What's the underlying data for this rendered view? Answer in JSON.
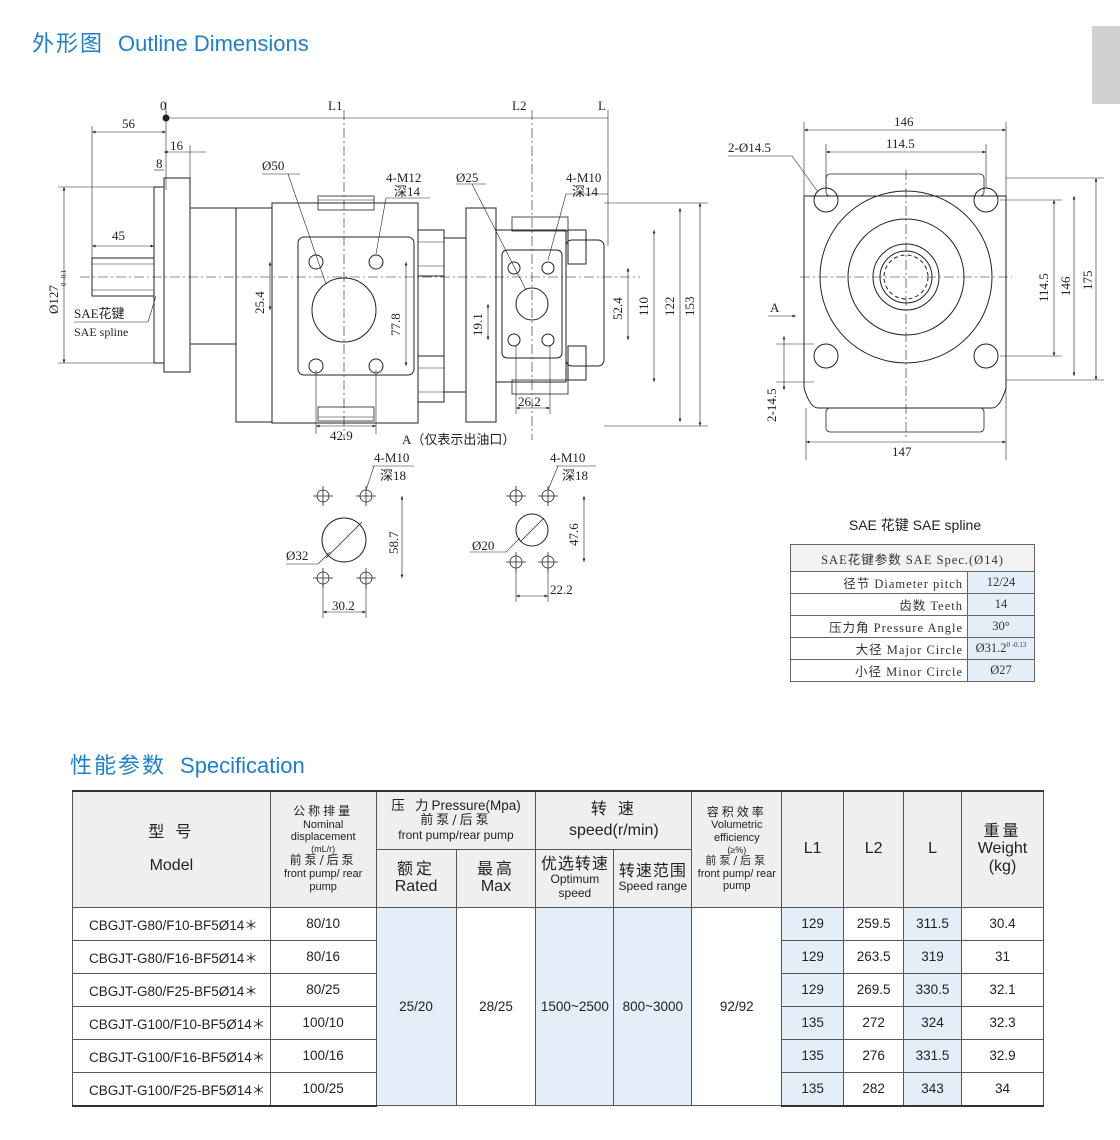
{
  "page": {
    "outline_title_cn": "外形图",
    "outline_title_en": "Outline Dimensions",
    "spec_title_cn": "性能参数",
    "spec_title_en": "Specification"
  },
  "drawing": {
    "front_labels": {
      "origin": "0",
      "l1": "L1",
      "l2": "L2",
      "l": "L",
      "d56": "56",
      "d16": "16",
      "d8": "8",
      "d45": "45",
      "d127": "Ø127",
      "d127_tol": "0\n-0.1",
      "spline_cn": "SAE花键",
      "spline_en": "SAE spline",
      "d50": "Ø50",
      "m12": "4-M12",
      "m12_depth": "深14",
      "d25": "Ø25",
      "m10": "4-M10",
      "m10_depth": "深14",
      "d25_4": "25.4",
      "d77_8": "77.8",
      "d19_1": "19.1",
      "d52_4": "52.4",
      "d110": "110",
      "d122": "122",
      "d153": "153",
      "d42_9": "42.9",
      "d26_2": "26.2",
      "view_a": "A（仅表示出油口）"
    },
    "port_left": {
      "thread": "4-M10",
      "depth": "深18",
      "dia": "Ø32",
      "h": "58.7",
      "w": "30.2"
    },
    "port_right": {
      "thread": "4-M10",
      "depth": "深18",
      "dia": "Ø20",
      "h": "47.6",
      "w": "22.2"
    },
    "side_labels": {
      "holes": "2-Ø14.5",
      "d146": "146",
      "d114_5": "114.5",
      "v114_5": "114.5",
      "v146": "146",
      "v175": "175",
      "a": "A",
      "v14_5": "2-14.5",
      "d147": "147"
    }
  },
  "sae": {
    "title": "SAE 花键  SAE spline",
    "header": "SAE花键参数 SAE Spec.(Ø14)",
    "rows": [
      {
        "key": "径节 Diameter pitch",
        "value": "12/24"
      },
      {
        "key": "齿数 Teeth",
        "value": "14"
      },
      {
        "key": "压力角 Pressure Angle",
        "value": "30°"
      },
      {
        "key": "大径 Major Circle",
        "value": "Ø31.2",
        "tol": "0\n-0.13"
      },
      {
        "key": "小径 Minor Circle",
        "value": "Ø27"
      }
    ]
  },
  "spec": {
    "headers": {
      "model_cn": "型  号",
      "model_en": "Model",
      "disp_cn": "公称排量",
      "disp_en": "Nominal displacement",
      "disp_unit": "(mL/r)",
      "disp_sub_cn": "前泵/后泵",
      "disp_sub_en": "front pump/ rear pump",
      "pressure_cn": "压  力",
      "pressure_en": "Pressure(Mpa)",
      "pressure_sub_cn": "前泵/后泵",
      "pressure_sub_en": "front pump/rear pump",
      "rated_cn": "额定",
      "rated_en": "Rated",
      "max_cn": "最高",
      "max_en": "Max",
      "speed_cn": "转  速",
      "speed_en": "speed(r/min)",
      "opt_cn": "优选转速",
      "opt_en": "Optimum speed",
      "range_cn": "转速范围",
      "range_en": "Speed range",
      "eff_cn": "容积效率",
      "eff_en": "Volumetric efficiency",
      "eff_unit": "(≥%)",
      "eff_sub_cn": "前泵/后泵",
      "eff_sub_en": "front pump/ rear pump",
      "l1": "L1",
      "l2": "L2",
      "l": "L",
      "weight_cn": "重量",
      "weight_en": "Weight",
      "weight_unit": "(kg)"
    },
    "shared": {
      "rated": "25/20",
      "max": "28/25",
      "optimum": "1500~2500",
      "range": "800~3000",
      "efficiency": "92/92"
    },
    "rows": [
      {
        "model": "CBGJT-G80/F10-BF5Ø14＊",
        "disp": "80/10",
        "l1": "129",
        "l2": "259.5",
        "l": "311.5",
        "weight": "30.4"
      },
      {
        "model": "CBGJT-G80/F16-BF5Ø14＊",
        "disp": "80/16",
        "l1": "129",
        "l2": "263.5",
        "l": "319",
        "weight": "31"
      },
      {
        "model": "CBGJT-G80/F25-BF5Ø14＊",
        "disp": "80/25",
        "l1": "129",
        "l2": "269.5",
        "l": "330.5",
        "weight": "32.1"
      },
      {
        "model": "CBGJT-G100/F10-BF5Ø14＊",
        "disp": "100/10",
        "l1": "135",
        "l2": "272",
        "l": "324",
        "weight": "32.3"
      },
      {
        "model": "CBGJT-G100/F16-BF5Ø14＊",
        "disp": "100/16",
        "l1": "135",
        "l2": "276",
        "l": "331.5",
        "weight": "32.9"
      },
      {
        "model": "CBGJT-G100/F25-BF5Ø14＊",
        "disp": "100/25",
        "l1": "135",
        "l2": "282",
        "l": "343",
        "weight": "34"
      }
    ]
  }
}
